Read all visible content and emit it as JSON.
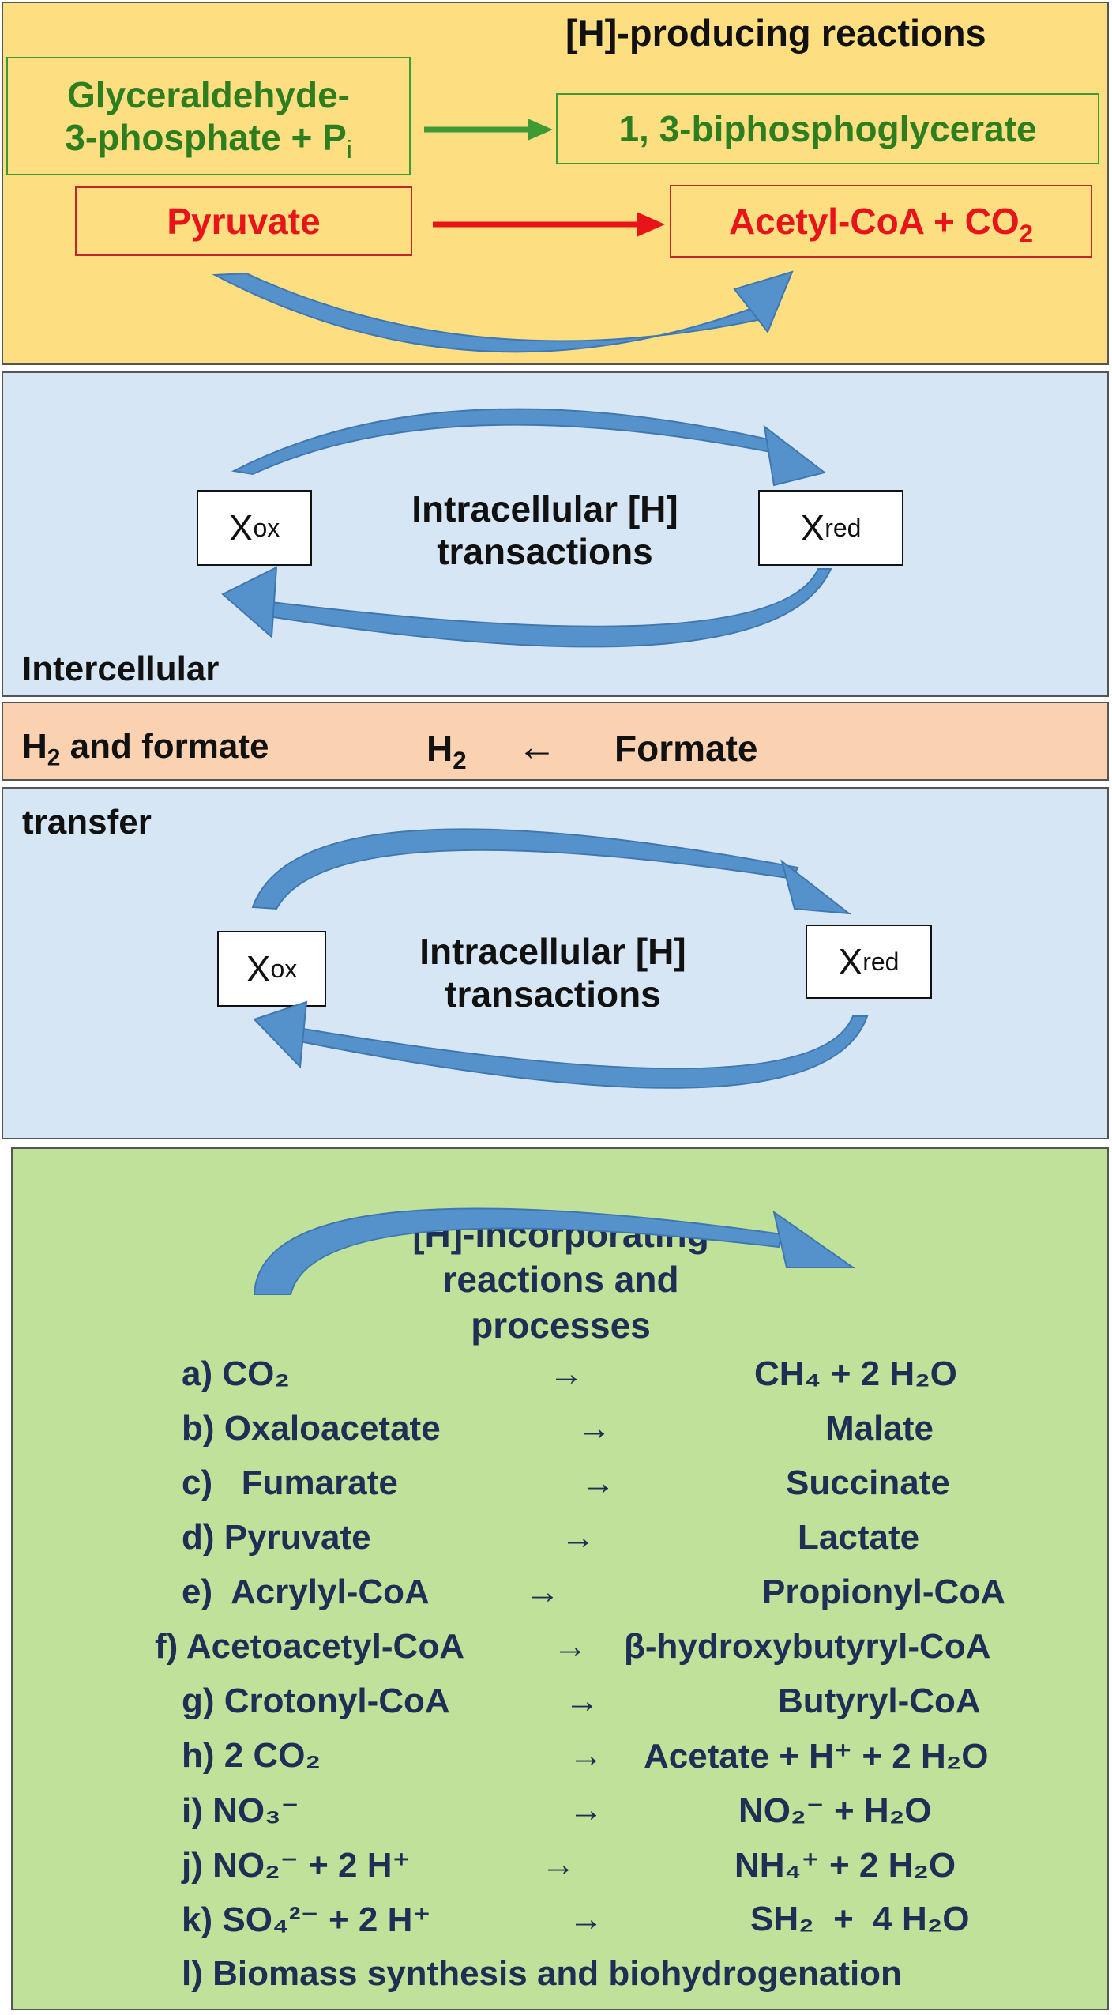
{
  "top": {
    "title": "[H]-producing reactions",
    "glyceraldehyde_line1": "Glyceraldehyde-",
    "glyceraldehyde_line2": "3-phosphate + P",
    "glyceraldehyde_sub": "i",
    "biphosphoglycerate": "1, 3-biphosphoglycerate",
    "pyruvate": "Pyruvate",
    "acetyl_coa": "Acetyl-CoA + CO",
    "acetyl_coa_sub": "2"
  },
  "cycle1": {
    "xox_main": "X",
    "xox_sub": "ox",
    "xred_main": "X",
    "xred_sub": "red",
    "label_line1": "Intracellular [H]",
    "label_line2": "transactions",
    "intercellular": "Intercellular"
  },
  "transfer": {
    "left_main": "H",
    "left_sub": "2",
    "left_rest": " and formate",
    "h2_main": "H",
    "h2_sub": "2",
    "arrow": "←",
    "formate": "Formate",
    "transfer_label": "transfer"
  },
  "cycle2": {
    "xox_main": "X",
    "xox_sub": "ox",
    "xred_main": "X",
    "xred_sub": "red",
    "label_line1": "Intracellular [H]",
    "label_line2": "transactions"
  },
  "bottom": {
    "title_line1": "[H]-incorporating",
    "title_line2": "reactions and",
    "title_line3": "processes",
    "arrow": "→",
    "reactions": [
      {
        "left": "a)  CO₂",
        "right": "CH₄ + 2 H₂O"
      },
      {
        "left": "b)  Oxaloacetate",
        "right": "Malate"
      },
      {
        "left": "c)   Fumarate",
        "right": "Succinate"
      },
      {
        "left": "d) Pyruvate",
        "right": "Lactate"
      },
      {
        "left": "e)  Acrylyl-CoA",
        "right": "Propionyl-CoA"
      },
      {
        "left": "f) Acetoacetyl-CoA",
        "right": "β-hydroxybutyryl-CoA"
      },
      {
        "left": "g) Crotonyl-CoA",
        "right": "Butyryl-CoA"
      },
      {
        "left": "h) 2 CO₂",
        "right": "Acetate + H⁺ + 2 H₂O"
      },
      {
        "left": "i) NO₃⁻",
        "right": "NO₂⁻ + H₂O"
      },
      {
        "left": "j) NO₂⁻ + 2 H⁺",
        "right": "NH₄⁺ + 2 H₂O"
      },
      {
        "left": "k) SO₄²⁻ + 2 H⁺",
        "right": "SH₂  +  4 H₂O"
      },
      {
        "left": "l) Biomass synthesis and biohydrogenation",
        "right": ""
      }
    ]
  },
  "colors": {
    "top_bg": "#fddf82",
    "cycle_bg": "#d7e6f4",
    "transfer_bg": "#fad2b2",
    "bottom_bg": "#c0e19a",
    "green_text": "#2e7d1f",
    "red_text": "#e8141a",
    "navy_text": "#1f2e54",
    "arrow_blue": "#5592cc"
  }
}
